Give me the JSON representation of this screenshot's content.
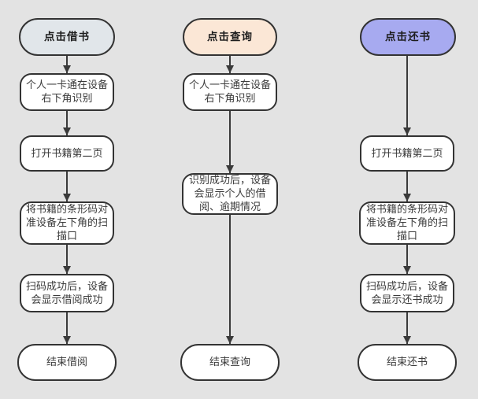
{
  "flowchart": {
    "background_color": "#e3e3e3",
    "node_fill": "#ffffff",
    "node_border_color": "#333333",
    "arrow_color": "#3a3a3a",
    "columns": [
      {
        "id": "borrow",
        "header": {
          "label": "点击借书",
          "fill": "#e1e6ea"
        },
        "steps": [
          "个人一卡通在设备右下角识别",
          "打开书籍第二页",
          "将书籍的条形码对准设备左下角的扫描口",
          "扫码成功后，设备会显示借阅成功"
        ],
        "end_label": "结束借阅"
      },
      {
        "id": "query",
        "header": {
          "label": "点击查询",
          "fill": "#fbe7d6"
        },
        "steps": [
          "个人一卡通在设备右下角识别",
          "识别成功后，设备会显示个人的借阅、逾期情况"
        ],
        "end_label": "结束查询"
      },
      {
        "id": "return",
        "header": {
          "label": "点击还书",
          "fill": "#a7aaf0"
        },
        "steps": [
          "打开书籍第二页",
          "将书籍的条形码对准设备左下角的扫描口",
          "扫码成功后，设备会显示还书成功"
        ],
        "end_label": "结束还书"
      }
    ]
  }
}
